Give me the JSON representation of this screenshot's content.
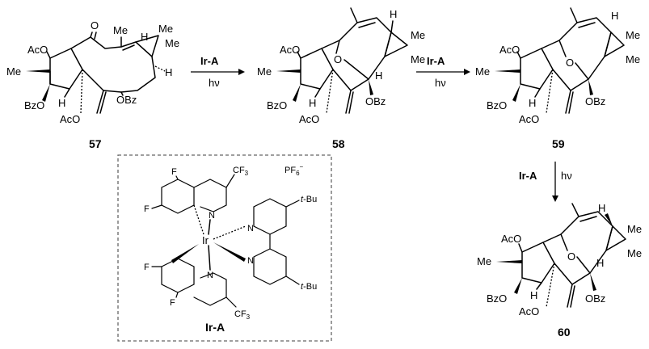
{
  "compounds": {
    "c57": "57",
    "c58": "58",
    "c59": "59",
    "c60": "60"
  },
  "reagent": {
    "name": "Ir-A",
    "light": "hν"
  },
  "atoms": {
    "O": "O",
    "Me": "Me",
    "H": "H",
    "AcO": "AcO",
    "BzO": "BzO",
    "OBz": "OBz",
    "F": "F",
    "N": "N",
    "Ir": "Ir",
    "tBu_t": "t",
    "tBu_rest": "-Bu",
    "CF": "CF",
    "three": "3",
    "PF": "PF",
    "six": "6",
    "minus": "−"
  },
  "catalyst_label": "Ir-A"
}
